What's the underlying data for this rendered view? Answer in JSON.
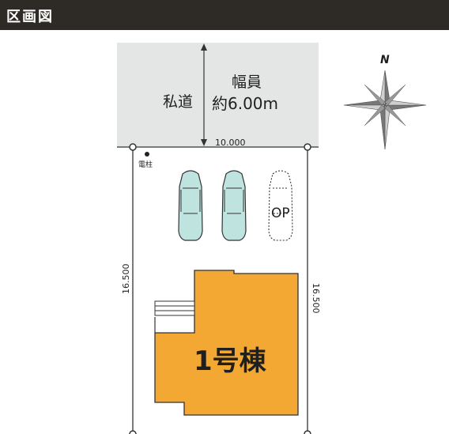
{
  "header": {
    "title": "区画図"
  },
  "road": {
    "name": "私道",
    "width_label": "幅員",
    "width_value": "約6.00m"
  },
  "dimensions": {
    "frontage": "10.000",
    "depth_left": "16.500",
    "depth_right": "16.500"
  },
  "utility_pole": {
    "label": "電柱"
  },
  "parking": {
    "option_label": "OP"
  },
  "building": {
    "label": "1号棟"
  },
  "compass": {
    "north": "N"
  },
  "colors": {
    "header": "#2e2a26",
    "road": "#e4e6e6",
    "car": "#bfe4e0",
    "building": "#f2a833"
  }
}
